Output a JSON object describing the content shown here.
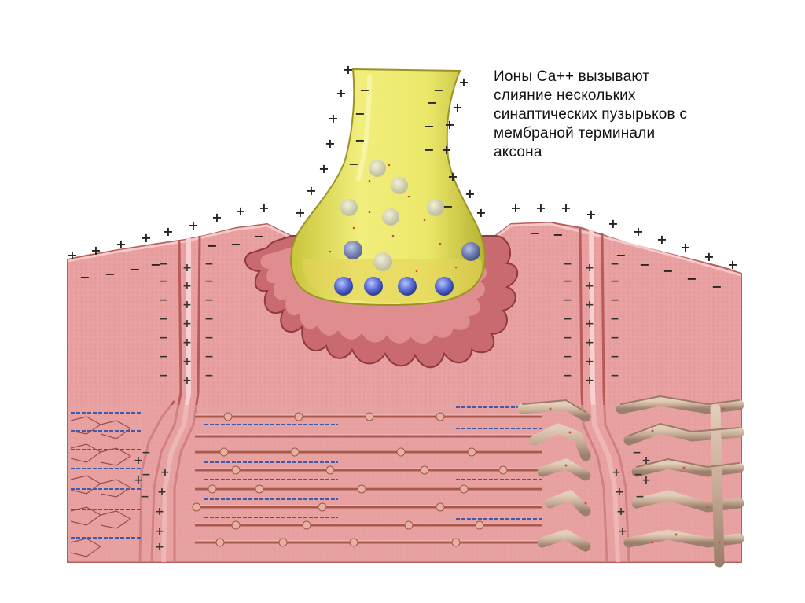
{
  "caption": {
    "lines": [
      "Ионы Са++ вызывают",
      "слияние нескольких",
      "синаптических пузырьков с",
      "мембраной терминали",
      "аксона"
    ]
  },
  "colors": {
    "muscle": "#e79a98",
    "muscle_dark": "#b85a5a",
    "axon": "#ecea6a",
    "vesicle_fused": "#5b6fd6",
    "capillary": "#c8b09a",
    "filament_blue": "#3e5aa8"
  }
}
